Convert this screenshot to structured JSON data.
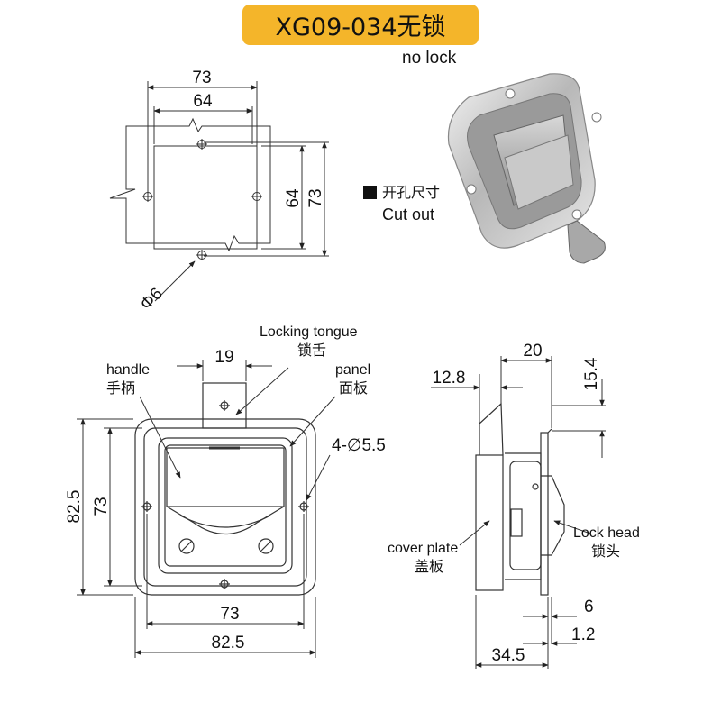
{
  "header": {
    "title": "XG09-034无锁",
    "subtitle": "no lock"
  },
  "cutout_view": {
    "dim_width_outer": "73",
    "dim_width_inner": "64",
    "dim_height_inner": "64",
    "dim_height_outer": "73",
    "dim_hole": "Φ6",
    "legend_cn": "开孔尺寸",
    "legend_en": "Cut out"
  },
  "front_view": {
    "dim_tongue": "19",
    "dim_height_outer": "82.5",
    "dim_height_inner": "73",
    "dim_width_inner": "73",
    "dim_width_outer": "82.5",
    "dim_holes": "4-∅5.5",
    "label_tongue_en": "Locking tongue",
    "label_tongue_cn": "锁舌",
    "label_handle_en": "handle",
    "label_handle_cn": "手柄",
    "label_panel_en": "panel",
    "label_panel_cn": "面板"
  },
  "side_view": {
    "dim_top": "20",
    "dim_cover": "12.8",
    "dim_right": "15.4",
    "dim_6": "6",
    "dim_1_2": "1.2",
    "dim_depth": "34.5",
    "label_cover_en": "cover plate",
    "label_cover_cn": "盖板",
    "label_lock_en": "Lock head",
    "label_lock_cn": "锁头"
  },
  "colors": {
    "badge": "#f4b52a",
    "line": "#333333"
  }
}
